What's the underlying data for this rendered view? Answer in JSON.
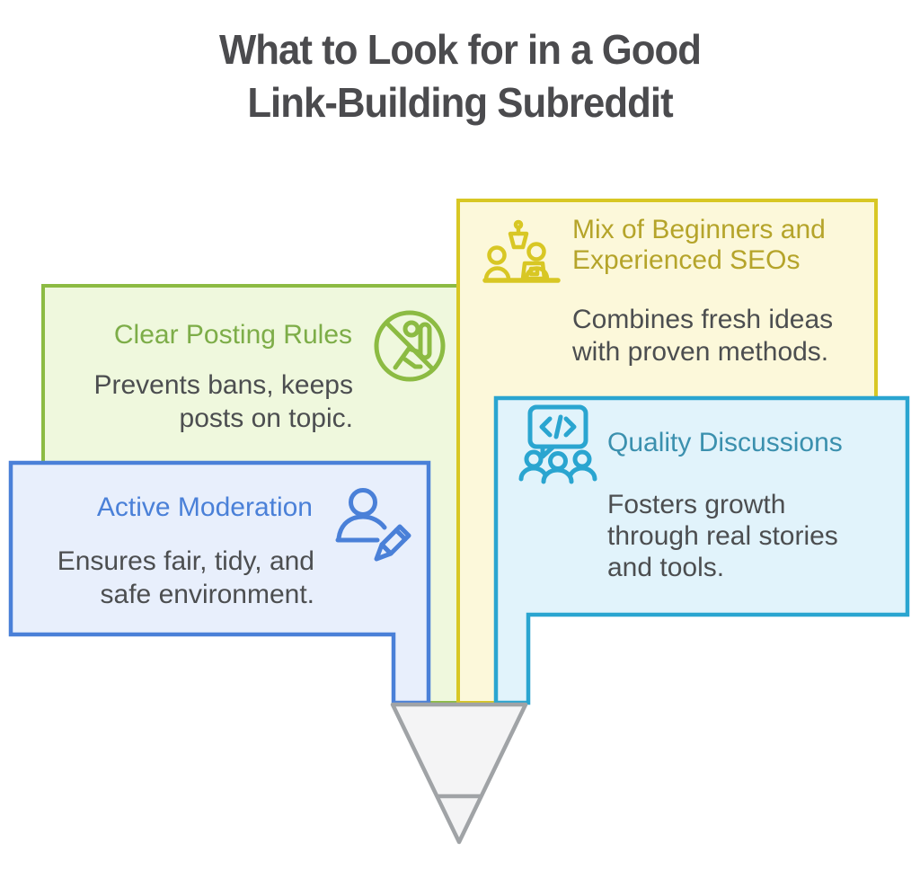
{
  "title": {
    "text": "What to Look for in a Good\nLink-Building Subreddit"
  },
  "cards": [
    {
      "id": "beginners-mix",
      "heading": "Mix of Beginners and\nExperienced SEOs",
      "body": "Combines fresh ideas\nwith proven methods.",
      "icon": "flag-team-icon",
      "accent": "#d8c724",
      "fill": "#fcf8da"
    },
    {
      "id": "posting-rules",
      "heading": "Clear Posting Rules",
      "body": "Prevents bans, keeps\nposts on topic.",
      "icon": "no-spam-icon",
      "accent": "#8cbb43",
      "fill": "#eff8dd"
    },
    {
      "id": "active-moderation",
      "heading": "Active Moderation",
      "body": "Ensures fair, tidy, and\nsafe environment.",
      "icon": "user-edit-icon",
      "accent": "#4a80d8",
      "fill": "#e8effc"
    },
    {
      "id": "quality-discussions",
      "heading": "Quality Discussions",
      "body": "Fosters growth\nthrough real stories\nand tools.",
      "icon": "code-discussion-icon",
      "accent": "#2aa5d0",
      "fill": "#e1f3fb"
    }
  ],
  "funnel": {
    "shape": "downward pencil-tip funnel",
    "stroke": "#a0a3a6",
    "fill": "#f4f4f5"
  },
  "colors": {
    "background": "#ffffff",
    "title-text": "#4b4b4e",
    "body-text": "#4c4e50",
    "yellow-accent": "#d8c724",
    "yellow-fill": "#fcf8da",
    "yellow-heading": "#b5a42a",
    "green-accent": "#8cbb43",
    "green-fill": "#eff8dd",
    "green-heading": "#7dad48",
    "blue-accent": "#4a80d8",
    "blue-fill": "#e8effc",
    "blue-heading": "#4a80d8",
    "cyan-accent": "#2aa5d0",
    "cyan-fill": "#e1f3fb",
    "cyan-heading": "#3b90ae",
    "funnel-stroke": "#a0a3a6",
    "funnel-fill": "#f4f4f5"
  }
}
